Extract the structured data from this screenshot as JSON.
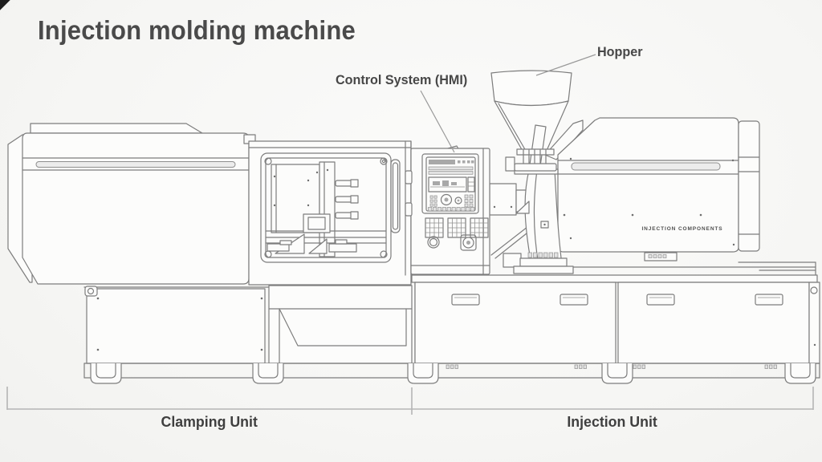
{
  "title": "Injection molding machine",
  "labels": {
    "control_system": "Control System (HMI)",
    "hopper": "Hopper",
    "clamping_unit": "Clamping Unit",
    "injection_unit": "Injection Unit",
    "injection_components": "INJECTION COMPONENTS"
  },
  "diagram_parts": [
    "clamping-unit-cover",
    "mold-clamp-area",
    "machine-base",
    "injection-unit-housing",
    "barrel-and-carriage",
    "hopper",
    "control-cabinet-hmi"
  ],
  "colors": {
    "background": "#f8f8f6",
    "line": "#7d7d7d",
    "bracket": "#b5b5b5",
    "text": "#474747",
    "title_text": "#4a4a4a"
  }
}
